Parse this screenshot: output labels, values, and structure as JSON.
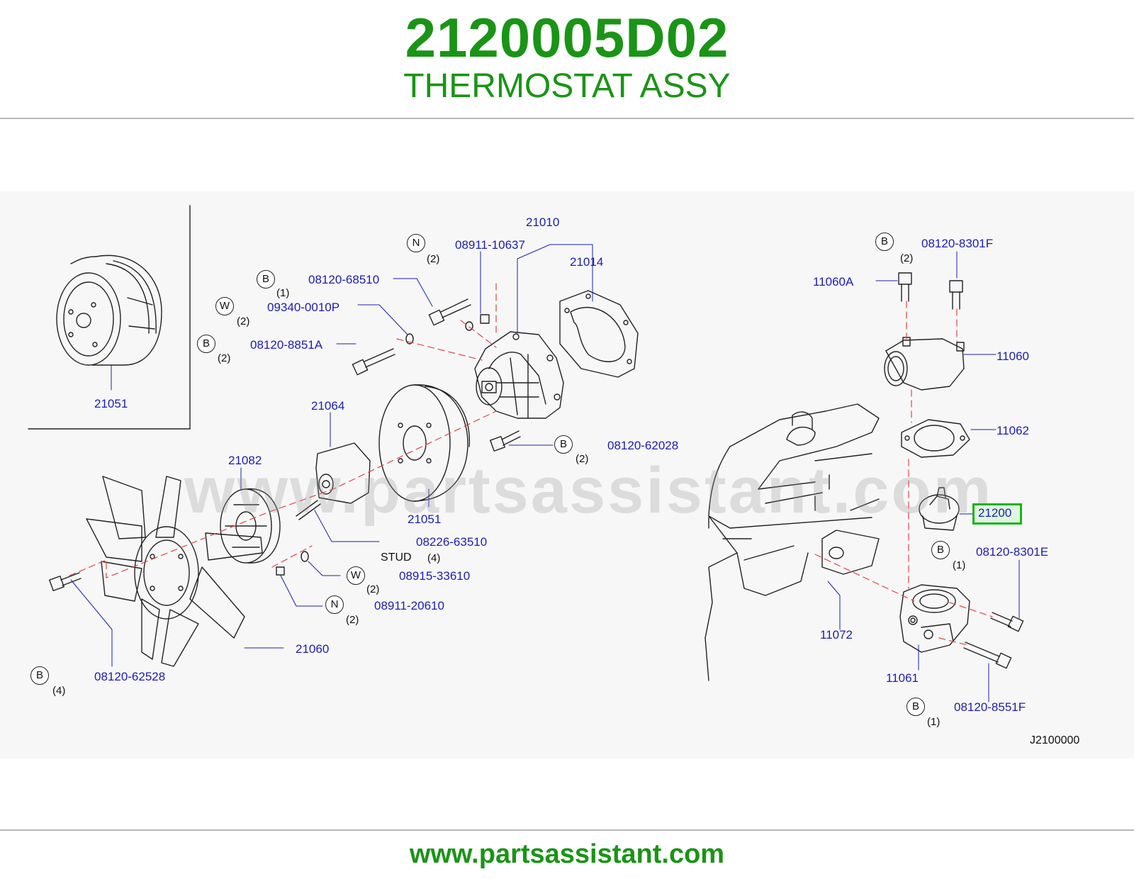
{
  "header": {
    "part_number": "2120005D02",
    "part_name": "THERMOSTAT ASSY"
  },
  "diagram": {
    "watermark": "www.partsassistant.com",
    "drawing_code": "J2100000",
    "highlighted_part": "21200",
    "stud_label": "STUD",
    "stud_qty": "(4)",
    "callouts": {
      "c21051_inset": "21051",
      "c21010": "21010",
      "c08911_10637": "08911-10637",
      "c21014": "21014",
      "c08120_68510": "08120-68510",
      "c09340_0010P": "09340-0010P",
      "c08120_8851A": "08120-8851A",
      "c21064": "21064",
      "c21082": "21082",
      "c21051": "21051",
      "c08120_62028": "08120-62028",
      "c08226_63510": "08226-63510",
      "c08915_33610": "08915-33610",
      "c08911_20610": "08911-20610",
      "c21060": "21060",
      "c08120_62528": "08120-62528",
      "c08120_8301F": "08120-8301F",
      "c11060A": "11060A",
      "c11060": "11060",
      "c11062": "11062",
      "c08120_8301E": "08120-8301E",
      "c11072": "11072",
      "c11061": "11061",
      "c08120_8551F": "08120-8551F"
    },
    "symbols": {
      "s_n1": "N",
      "q_n1": "(2)",
      "s_b1": "B",
      "q_b1": "(1)",
      "s_w1": "W",
      "q_w1": "(2)",
      "s_b2": "B",
      "q_b2": "(2)",
      "s_b3": "B",
      "q_b3": "(2)",
      "s_w2": "W",
      "q_w2": "(2)",
      "s_n2": "N",
      "q_n2": "(2)",
      "s_b4": "B",
      "q_b4": "(4)",
      "s_b5": "B",
      "q_b5": "(2)",
      "s_b6": "B",
      "q_b6": "(1)",
      "s_b7": "B",
      "q_b7": "(1)"
    }
  },
  "footer": {
    "url": "www.partsassistant.com"
  }
}
